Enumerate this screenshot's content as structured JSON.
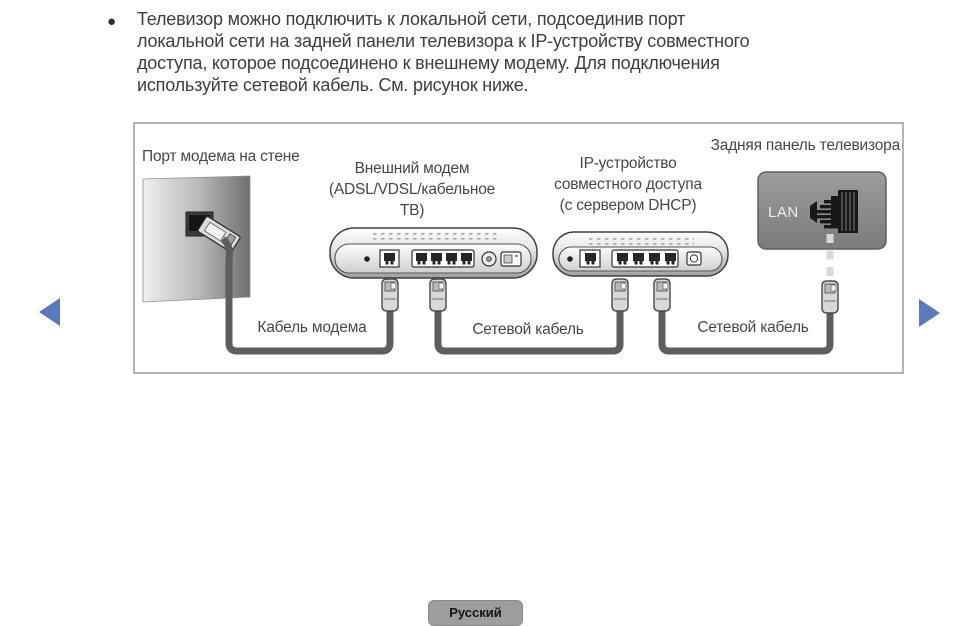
{
  "paragraph": {
    "bullet": "●",
    "lines": [
      "Телевизор можно подключить к локальной сети, подсоединив порт",
      "локальной сети на задней панели телевизора к IP-устройству совместного",
      "доступа, которое подсоединено к внешнему модему. Для подключения",
      "используйте сетевой кабель. См. рисунок ниже."
    ]
  },
  "diagram": {
    "labels": {
      "wall_port": "Порт модема на стене",
      "tv_back_panel": "Задняя панель телевизора",
      "external_modem_lines": [
        "Внешний модем",
        "(ADSL/VDSL/кабельное",
        "ТВ)"
      ],
      "ip_sharer_lines": [
        "IP-устройство",
        "совместного доступа",
        "(с сервером DHCP)"
      ],
      "lan_port": "LAN",
      "modem_cable": "Кабель модема",
      "network_cable_1": "Сетевой кабель",
      "network_cable_2": "Сетевой кабель"
    },
    "icons": {
      "prev": "left-triangle-arrow",
      "next": "right-triangle-arrow",
      "lan_jack": "rj45-jack",
      "cable_plug": "rj45-plug"
    },
    "colors": {
      "cable": "#5e5e5e",
      "dashed_cable": "#d9d9d9",
      "arrow": "#5b79bd",
      "box_border": "#b3b3b3",
      "tv_panel": "#8f8f8f",
      "lang_tab_bg": "#9d9d9d"
    }
  },
  "footer": {
    "language_tab": "Русский"
  }
}
